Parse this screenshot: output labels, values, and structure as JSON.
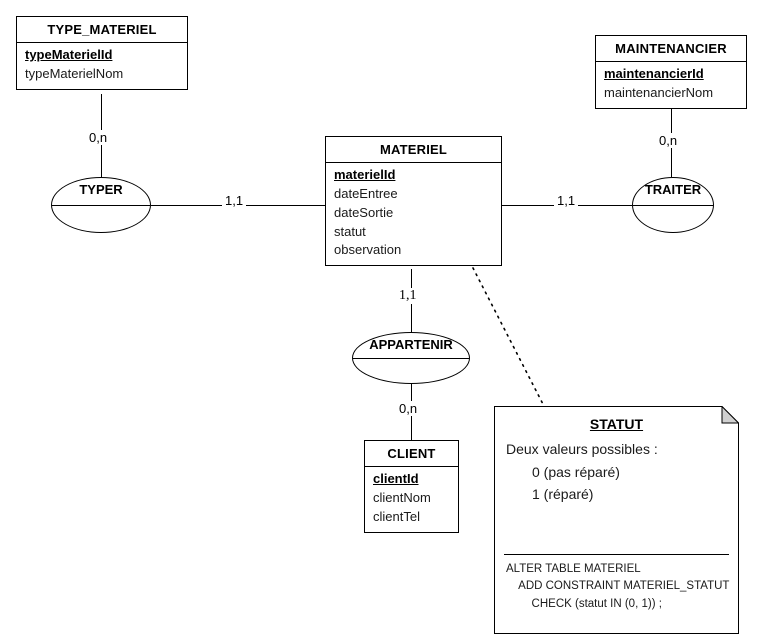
{
  "diagram": {
    "type": "entity-relationship-diagram",
    "notation": "Merise / MCD"
  },
  "entities": [
    {
      "name": "TYPE_MATERIEL",
      "attributes": [
        {
          "label": "typeMaterielId",
          "key": true
        },
        {
          "label": "typeMaterielNom",
          "key": false
        }
      ]
    },
    {
      "name": "MATERIEL",
      "attributes": [
        {
          "label": "materielId",
          "key": true
        },
        {
          "label": "dateEntree",
          "key": false
        },
        {
          "label": "dateSortie",
          "key": false
        },
        {
          "label": "statut",
          "key": false
        },
        {
          "label": "observation",
          "key": false
        }
      ]
    },
    {
      "name": "MAINTENANCIER",
      "attributes": [
        {
          "label": "maintenancierId",
          "key": true
        },
        {
          "label": "maintenancierNom",
          "key": false
        }
      ]
    },
    {
      "name": "CLIENT",
      "attributes": [
        {
          "label": "clientId",
          "key": true
        },
        {
          "label": "clientNom",
          "key": false
        },
        {
          "label": "clientTel",
          "key": false
        }
      ]
    }
  ],
  "relationships": [
    {
      "name": "TYPER"
    },
    {
      "name": "TRAITER"
    },
    {
      "name": "APPARTENIR"
    }
  ],
  "cardinalities": [
    {
      "id": "typer-type_materiel",
      "label": "0,n"
    },
    {
      "id": "typer-materiel",
      "label": "1,1"
    },
    {
      "id": "traiter-maintenancier",
      "label": "0,n"
    },
    {
      "id": "traiter-materiel",
      "label": "1,1"
    },
    {
      "id": "appartenir-materiel",
      "label": "1,1"
    },
    {
      "id": "appartenir-client",
      "label": "0,n"
    }
  ],
  "note": {
    "title": "STATUT",
    "lead": "Deux valeurs possibles :",
    "values": [
      "0 (pas réparé)",
      "1 (réparé)"
    ],
    "sql": [
      "ALTER TABLE MATERIEL",
      "    ADD CONSTRAINT MATERIEL_STATUT",
      "        CHECK (statut IN (0, 1)) ;"
    ]
  },
  "colors": {
    "background": "#ffffff",
    "stroke": "#000000",
    "text": "#1a1a1a",
    "fold_fill": "#d0d0d0"
  }
}
